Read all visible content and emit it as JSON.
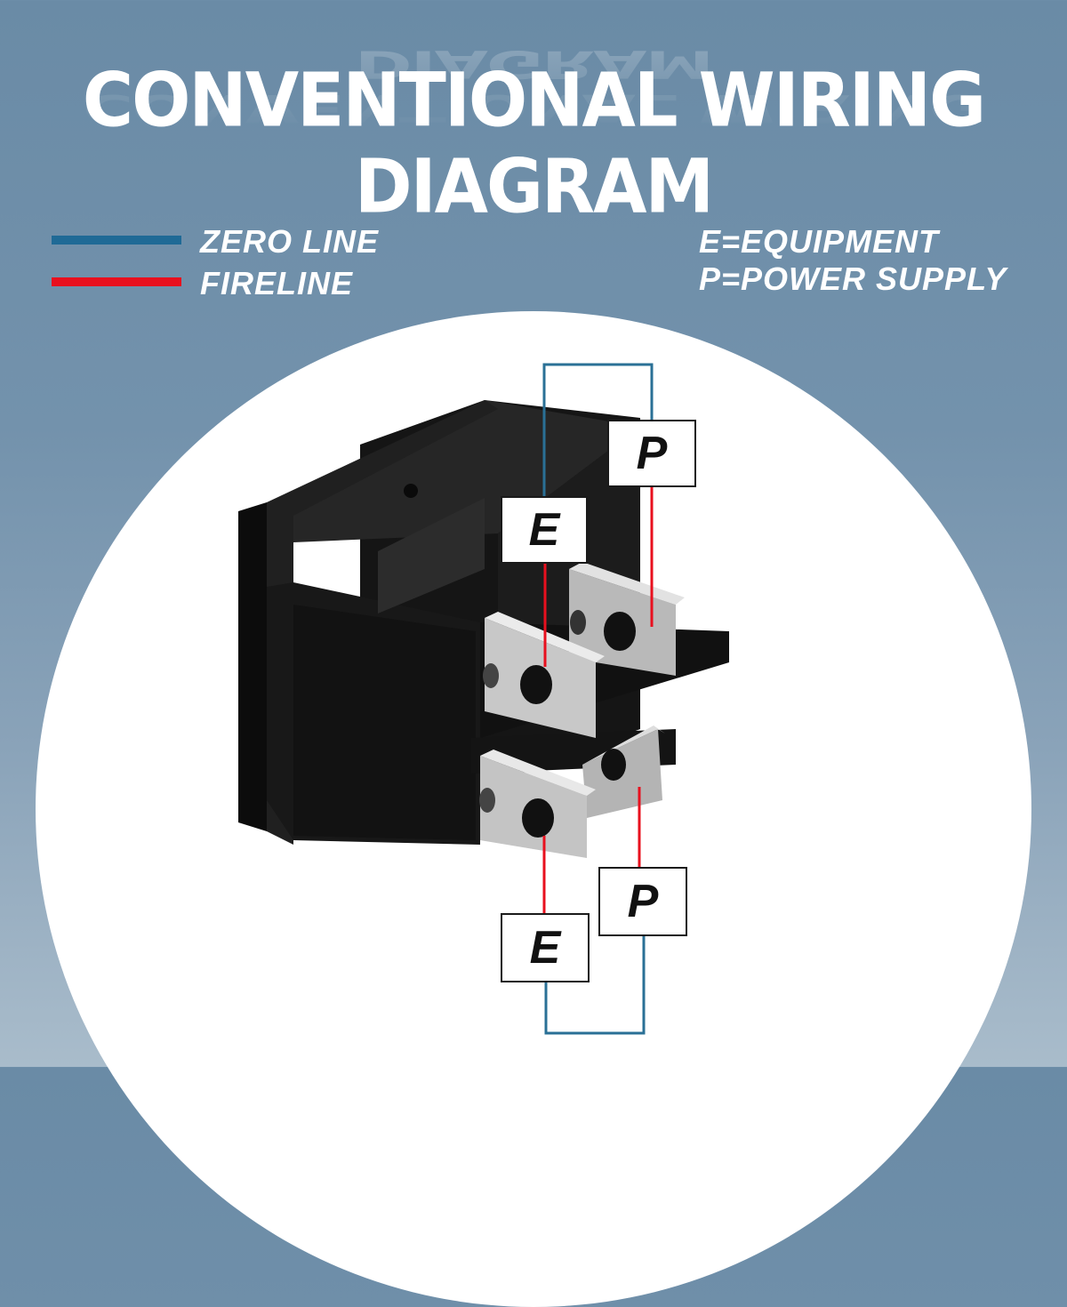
{
  "title": "CONVENTIONAL WIRING DIAGRAM",
  "legend": [
    {
      "label": "ZERO LINE",
      "color": "#1f6a96"
    },
    {
      "label": "FIRELINE",
      "color": "#e8101e"
    }
  ],
  "key": [
    {
      "text": "E=EQUIPMENT"
    },
    {
      "text": "P=POWER SUPPLY"
    }
  ],
  "terminal_labels": {
    "top_p": "P",
    "top_e": "E",
    "bottom_p": "P",
    "bottom_e": "E"
  }
}
